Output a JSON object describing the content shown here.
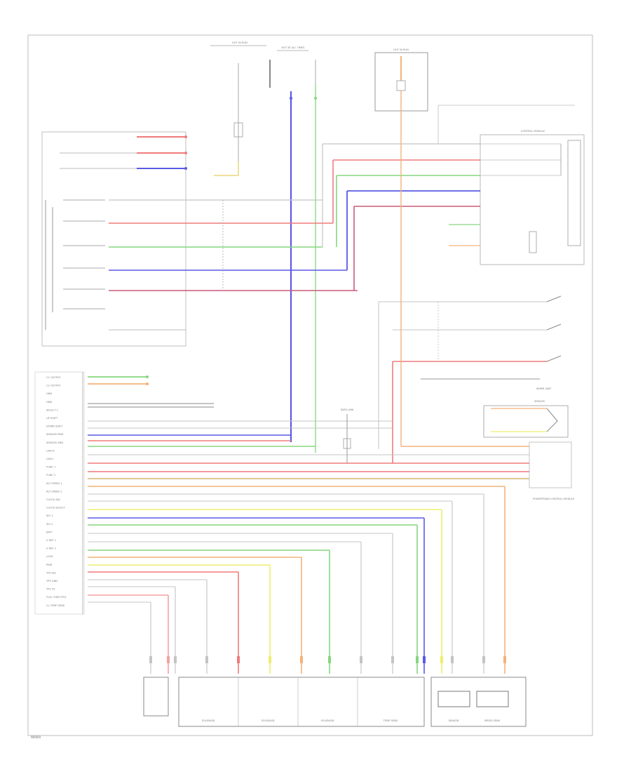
{
  "diagram": {
    "colors": {
      "gray": "#c4c4c4",
      "red": "#f07b7b",
      "green": "#86d67f",
      "blue": "#5a5ae6",
      "maroon": "#c95a78",
      "orange": "#f3b27a",
      "yellow": "#eeee70",
      "tan": "#d6b46e",
      "pink": "#f5a0a0",
      "component_line": "#9a9a9a"
    },
    "labels": {
      "hot_in_run_1": "HOT IN RUN",
      "hot_at_all_times": "HOT AT ALL TIMES",
      "hot_in_run_2": "HOT IN RUN",
      "data_link": "DATA LINK",
      "control_module": "CONTROL MODULE",
      "wiper_unit": "WIPER UNIT",
      "powertrain": "POWERTRAIN CONTROL MODULE",
      "sensor": "SENSOR",
      "footer_code": "W0000",
      "left_pins": [
        "C1 OUTPUT",
        "C2 OUTPUT",
        "GND",
        "GND",
        "SELECT 1",
        "UP SHIFT",
        "DOWN SHIFT",
        "SENSOR PWR",
        "SENSOR GND",
        "CAN H",
        "CAN L",
        "FUNC 1",
        "FUNC 2",
        "ALT SPEED 1",
        "ALT SPEED 2",
        "CLOCK ADJ",
        "CLOCK SELECT",
        "SIG 1",
        "SIG 2",
        "BATT",
        "V REF 1",
        "V REF 2",
        "LOCK",
        "PWR",
        "TPS SIG",
        "TPS GND",
        "TPS 5V",
        "FULL THROTTLE",
        "CL TEMP SENS"
      ],
      "bottom_blocks": [
        "SOLENOID",
        "SOLENOID",
        "SOLENOID",
        "TEMP SENS",
        "SENSOR",
        "SPEED SENS"
      ]
    }
  }
}
